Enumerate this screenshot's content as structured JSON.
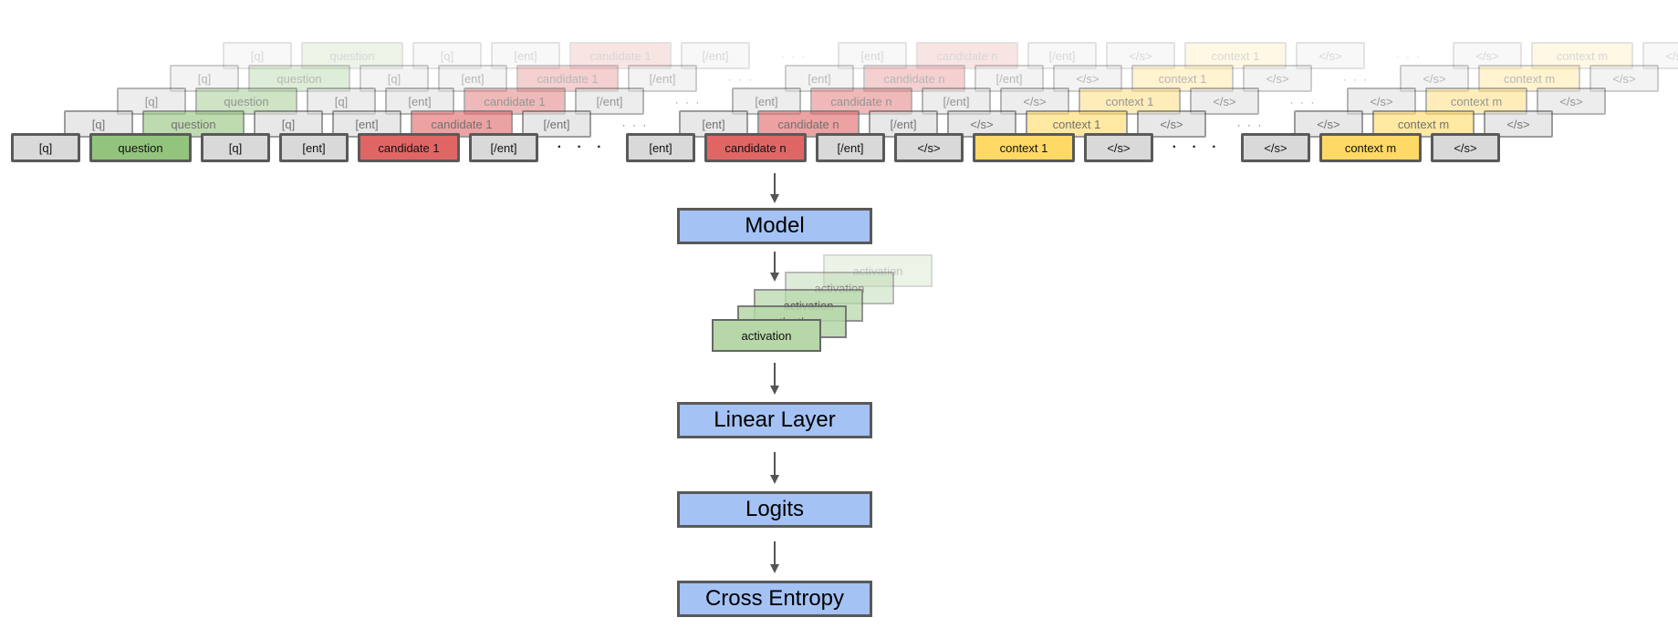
{
  "token_sequence": [
    {
      "label": "[q]",
      "kind": "marker"
    },
    {
      "label": "question",
      "kind": "question"
    },
    {
      "label": "[q]",
      "kind": "marker"
    },
    {
      "label": "[ent]",
      "kind": "marker"
    },
    {
      "label": "candidate 1",
      "kind": "candidate"
    },
    {
      "label": "[/ent]",
      "kind": "marker"
    },
    {
      "label": "· · ·",
      "kind": "gap"
    },
    {
      "label": "[ent]",
      "kind": "marker"
    },
    {
      "label": "candidate n",
      "kind": "candidate"
    },
    {
      "label": "[/ent]",
      "kind": "marker"
    },
    {
      "label": "</s>",
      "kind": "marker"
    },
    {
      "label": "context 1",
      "kind": "context"
    },
    {
      "label": "</s>",
      "kind": "marker"
    },
    {
      "label": "· · ·",
      "kind": "gap"
    },
    {
      "label": "</s>",
      "kind": "marker"
    },
    {
      "label": "context m",
      "kind": "context"
    },
    {
      "label": "</s>",
      "kind": "marker"
    }
  ],
  "stack_layers": 5,
  "colors": {
    "marker": "#d9d9d9",
    "question": "#93c47d",
    "candidate": "#e06666",
    "context": "#ffd966",
    "stage": "#a4c2f4",
    "activation": "#b6d7a8",
    "border": "#5a5a5a",
    "arrow": "#555555"
  },
  "activation_label": "activation",
  "activation_stack": 5,
  "stages": {
    "model": "Model",
    "linear_layer": "Linear Layer",
    "logits": "Logits",
    "cross_entropy": "Cross Entropy"
  }
}
